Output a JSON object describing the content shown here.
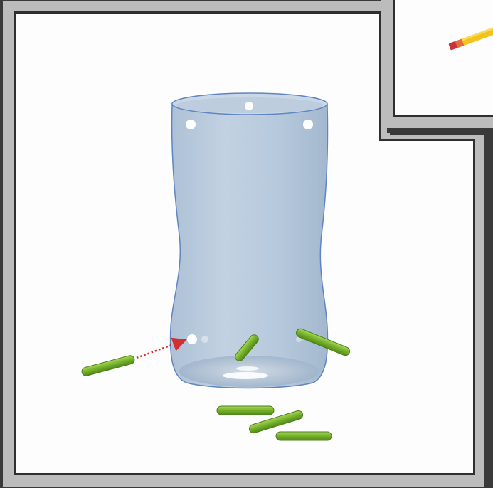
{
  "illustration": {
    "objects": [
      "plastic-cup",
      "green-drinking-straws",
      "pencil"
    ],
    "colors": {
      "cup": "#a9bfd6",
      "cup_outline": "#5f86c0",
      "straw": "#7cb82f",
      "frame_gray": "#b9b9b9",
      "frame_dark": "#3a3a3a",
      "arrow": "#d32f2f",
      "pencil_body": "#f3c21b",
      "pencil_band": "#e85a3a"
    }
  }
}
